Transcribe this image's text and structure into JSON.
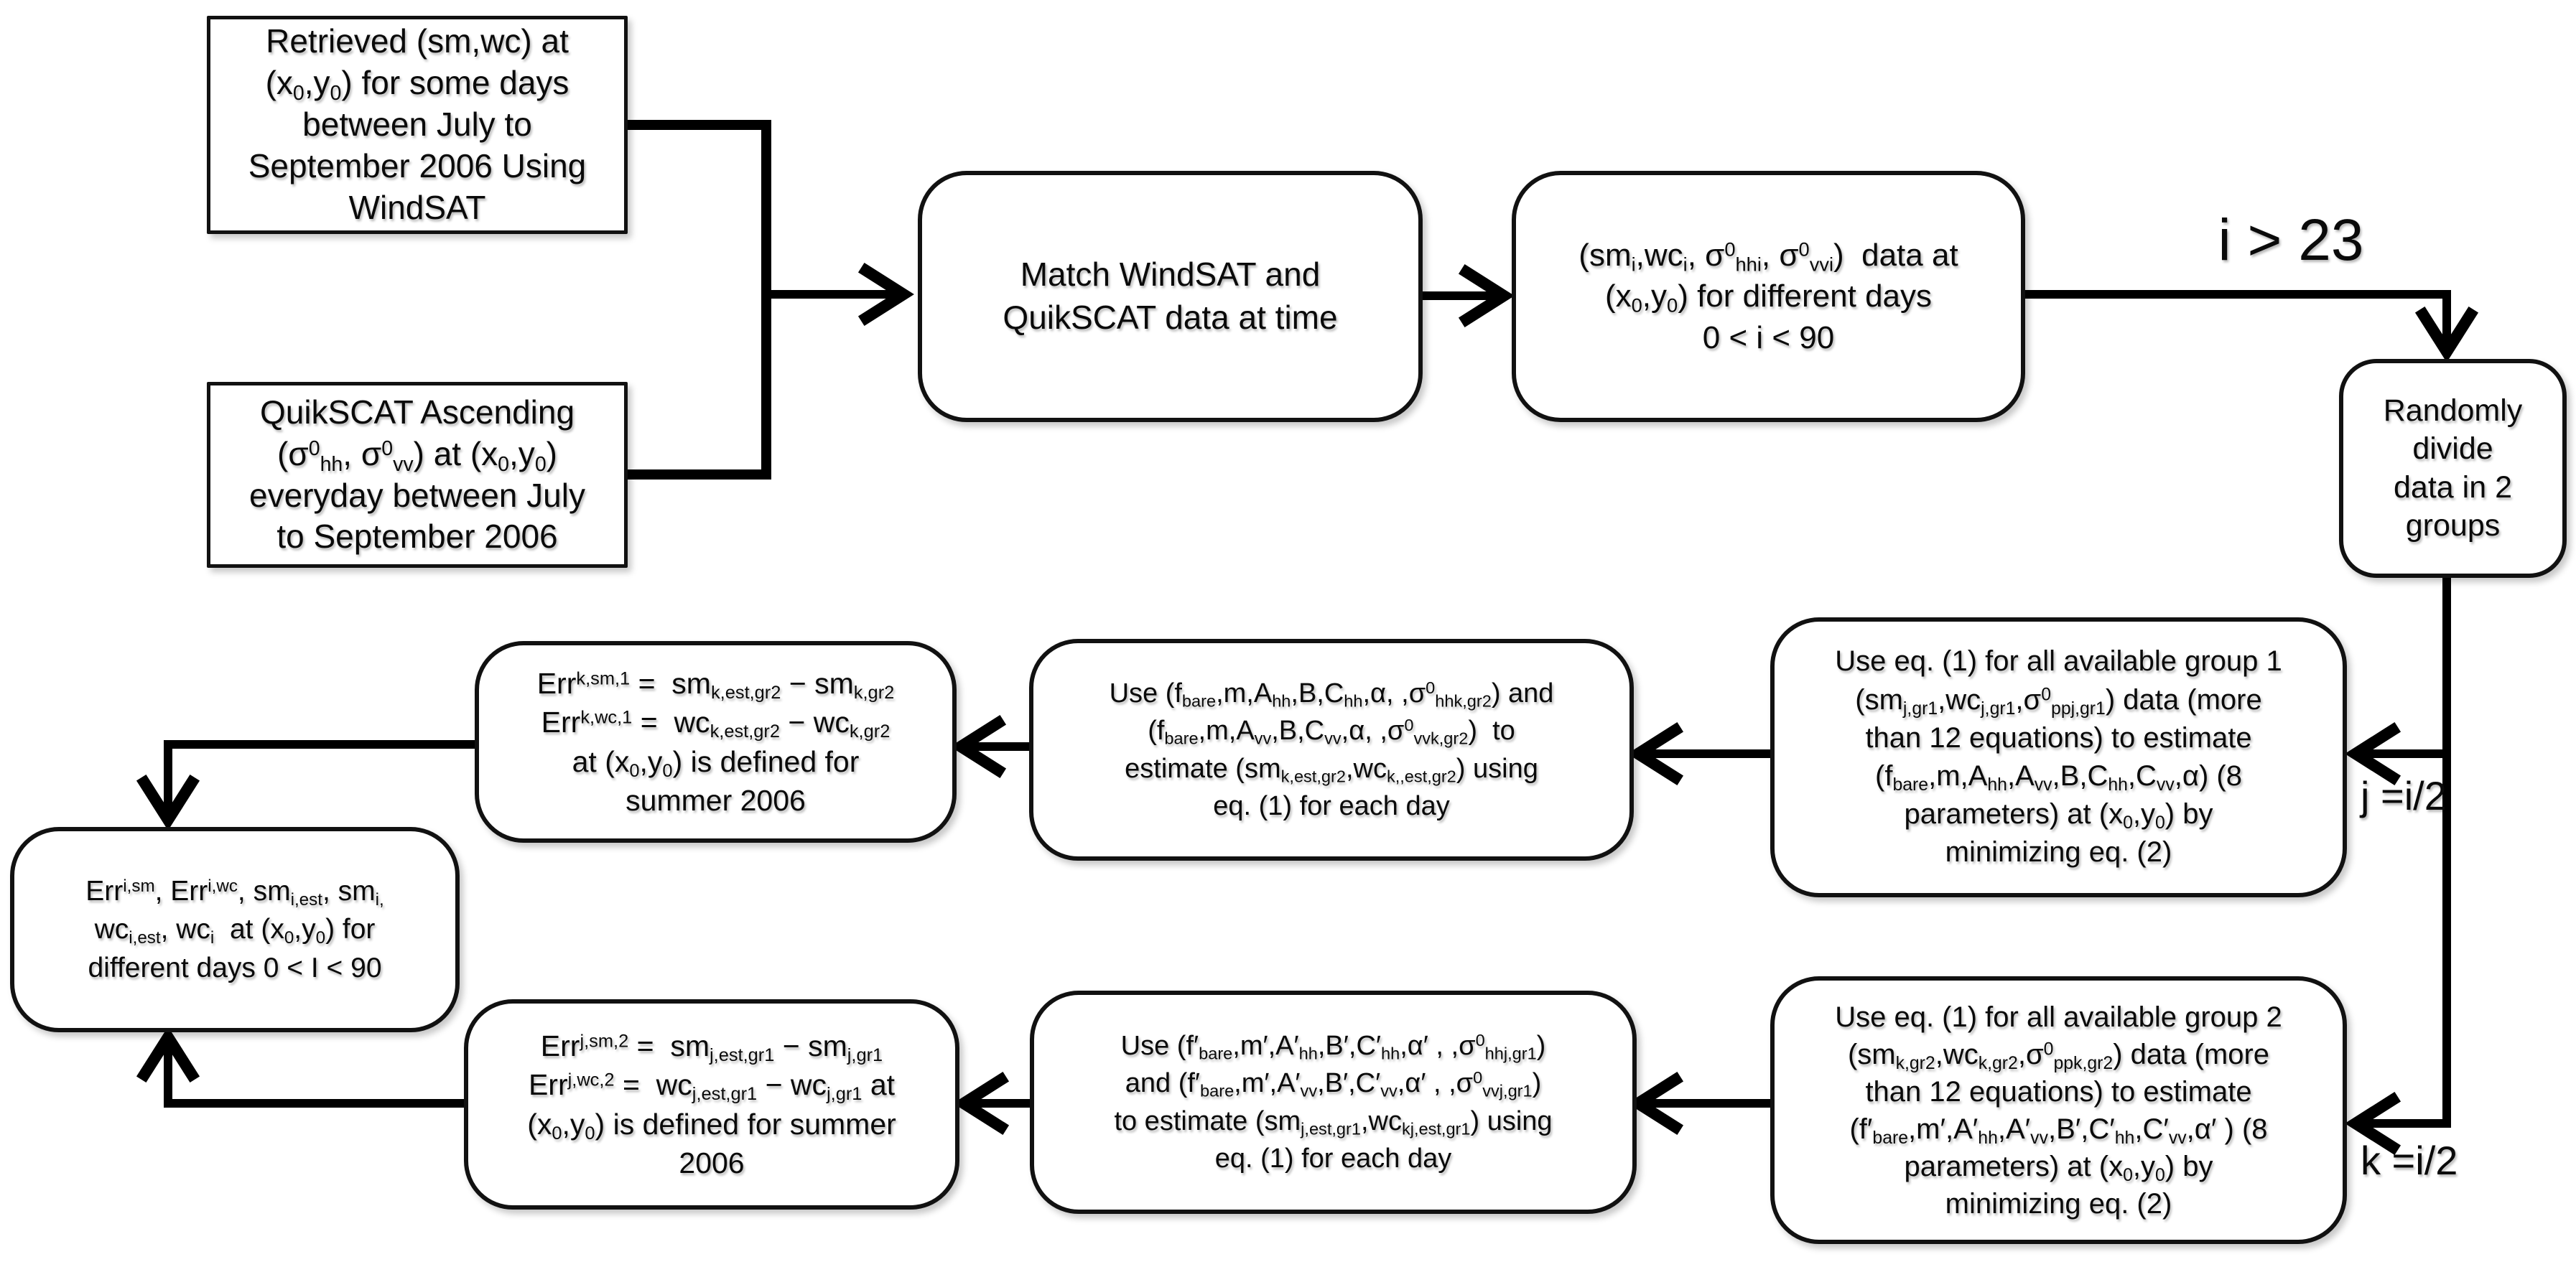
{
  "diagram": {
    "colors": {
      "line": "#000000",
      "box_border": "#111111",
      "box_fill": "#ffffff",
      "text": "#0a0a0a"
    },
    "nodes": {
      "windsat_retrieved": {
        "html": "Retrieved (sm,wc) at<br>(x<sub>0</sub>,y<sub>0</sub>) for some days<br>between July to<br>September 2006 Using<br>WindSAT"
      },
      "quikscat_ascending": {
        "html": "QuikSCAT Ascending<br>(&sigma;<sup>0</sup><sub>hh</sub>, &sigma;<sup>0</sup><sub>vv</sub>) at (x<sub>0</sub>,y<sub>0</sub>)<br>everyday between July<br>to September 2006"
      },
      "match": {
        "html": "Match WindSAT and<br>QuikSCAT data at time"
      },
      "matched_data": {
        "html": "(sm<sub>i</sub>,wc<sub>i</sub>, &sigma;<sup>0</sup><sub>hhi</sub>, &sigma;<sup>0</sup><sub>vvi</sub>)&nbsp; data at<br>(x<sub>0</sub>,y<sub>0</sub>) for different days<br>0 &lt; i &lt; 90"
      },
      "randomly_divide": {
        "html": "Randomly<br>divide<br>data in 2<br>groups"
      },
      "group1_estimate": {
        "html": "Use eq. (1) for all available group 1<br>(sm<sub>j,gr1</sub>,wc<sub>j,gr1</sub>,&sigma;<sup>0</sup><sub>ppj,gr1</sub>) data (more<br>than 12 equations) to estimate<br>(f<sub>bare</sub>,m,A<sub>hh</sub>,A<sub>vv</sub>,B,C<sub>hh</sub>,C<sub>vv</sub>,&alpha;) (8<br>parameters) at (x<sub>0</sub>,y<sub>0</sub>) by<br>minimizing eq. (2)"
      },
      "group2_estimate": {
        "html": "Use eq. (1) for all available group 2<br>(sm<sub>k,gr2</sub>,wc<sub>k,gr2</sub>,&sigma;<sup>0</sup><sub>ppk,gr2</sub>) data (more<br>than 12 equations) to estimate<br>(f&prime;<sub>bare</sub>,m&prime;,A&prime;<sub>hh</sub>,A&prime;<sub>vv</sub>,B&prime;,C&prime;<sub>hh</sub>,C&prime;<sub>vv</sub>,&alpha;&prime; ) (8<br>parameters) at (x<sub>0</sub>,y<sub>0</sub>) by<br>minimizing eq. (2)"
      },
      "estimate_gr2": {
        "html": "Use (f<sub>bare</sub>,m,A<sub>hh</sub>,B,C<sub>hh</sub>,&alpha;, ,&sigma;<sup>0</sup><sub>hhk,gr2</sub>) and<br>(f<sub>bare</sub>,m,A<sub>vv</sub>,B,C<sub>vv</sub>,&alpha;, ,&sigma;<sup>0</sup><sub>vvk,gr2</sub>)&nbsp; to<br>estimate (sm<sub>k,est,gr2</sub>,wc<sub>k,,est,gr2</sub>) using<br>eq. (1) for each day"
      },
      "estimate_gr1": {
        "html": "Use (f&prime;<sub>bare</sub>,m&prime;,A&prime;<sub>hh</sub>,B&prime;,C&prime;<sub>hh</sub>,&alpha;&prime; , ,&sigma;<sup>0</sup><sub>hhj,gr1</sub>)<br>and (f&prime;<sub>bare</sub>,m&prime;,A&prime;<sub>vv</sub>,B&prime;,C&prime;<sub>vv</sub>,&alpha;&prime; , ,&sigma;<sup>0</sup><sub>vvj,gr1</sub>)<br>to estimate (sm<sub>j,est,gr1</sub>,wc<sub>kj,est,gr1</sub>) using<br>eq. (1) for each day"
      },
      "error_group1": {
        "html": "Err<sup>k,sm,1</sup> =&nbsp; sm<sub>k,est,gr2</sub> &minus; sm<sub>k,gr2</sub><br>Err<sup>k,wc,1</sup> =&nbsp; wc<sub>k,est,gr2</sub> &minus; wc<sub>k,gr2</sub><br>at (x<sub>0</sub>,y<sub>0</sub>) is defined for<br>summer 2006"
      },
      "error_group2": {
        "html": "Err<sup>j,sm,2</sup> =&nbsp; sm<sub>j,est,gr1</sub> &minus; sm<sub>j,gr1</sub><br>Err<sup>j,wc,2</sup> =&nbsp; wc<sub>j,est,gr1</sub> &minus; wc<sub>j,gr1</sub> at<br>(x<sub>0</sub>,y<sub>0</sub>) is defined for summer<br>2006"
      },
      "final_errors": {
        "html": "Err<sup>i,sm</sup>, Err<sup>i,wc</sup>, sm<sub>i,est</sub>, sm<sub>i,</sub><br>wc<sub>i,est</sub>, wc<sub>i</sub>&nbsp; at (x<sub>0</sub>,y<sub>0</sub>) for<br>different days 0 &lt; I &lt; 90"
      }
    },
    "edge_labels": {
      "i_condition": "i > 23",
      "j_assignment": "j =i/2",
      "k_assignment": "k =i/2"
    }
  }
}
